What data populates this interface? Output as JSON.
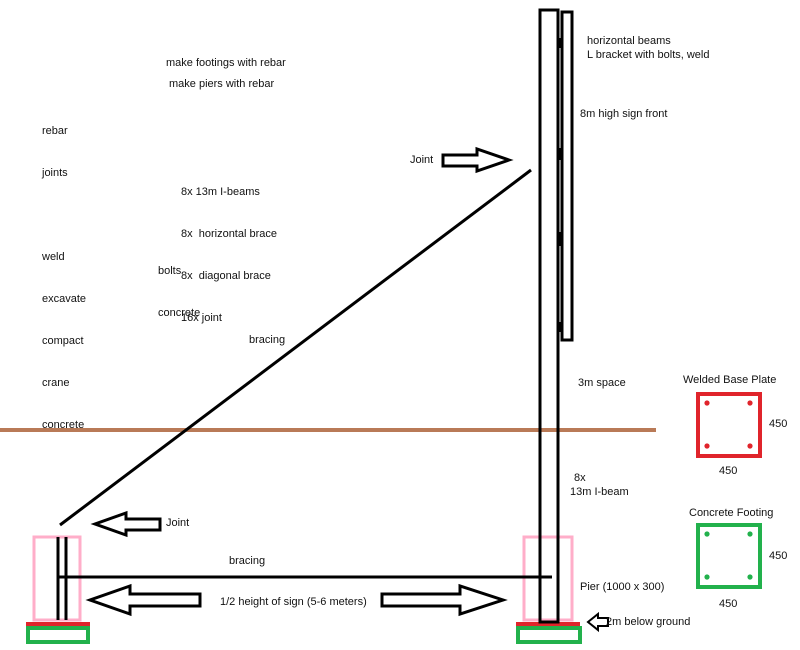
{
  "notes": {
    "footings": "make footings with rebar",
    "piers": "make piers with rebar",
    "tasks": [
      "rebar",
      "joints",
      "",
      "weld",
      "excavate",
      "compact",
      "crane",
      "concrete"
    ],
    "materials": [
      "8x 13m I-beams",
      "8x  horizontal brace",
      "8x  diagonal brace",
      "16x joint"
    ],
    "extras": [
      "bolts",
      "concrete"
    ]
  },
  "labels": {
    "horizontal_beams": "horizontal beams",
    "bracket": "L bracket with bolts, weld",
    "sign_front": "8m high sign front",
    "joint_top": "Joint",
    "joint_bottom": "Joint",
    "bracing_diag": "bracing",
    "bracing_horiz": "bracing",
    "space": "3m space",
    "ibeam_count": "8x",
    "ibeam_size": "13m I-beam",
    "pier": "Pier (1000 x 300)",
    "half_height": "1/2 height of sign (5-6 meters)",
    "below_ground": "2m below ground"
  },
  "base_plate": {
    "title": "Welded Base Plate",
    "width": "450",
    "height": "450",
    "color": "#e0242b"
  },
  "footing": {
    "title": "Concrete Footing",
    "width": "450",
    "height": "450",
    "color": "#22b14c"
  },
  "colors": {
    "ground": "#b97a57",
    "pier": "#ffaec9",
    "plate": "#e0242b",
    "footing": "#22b14c"
  }
}
